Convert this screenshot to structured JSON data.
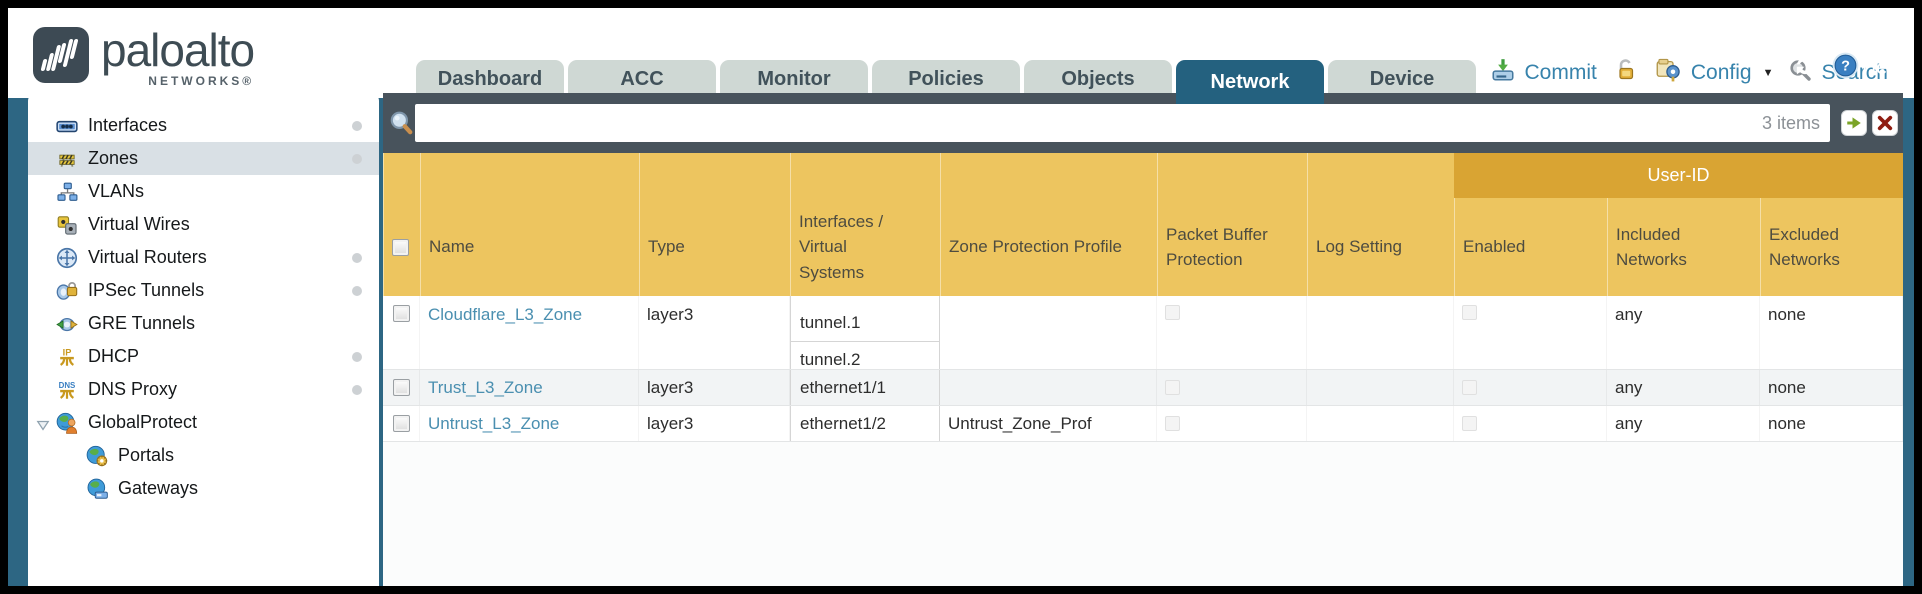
{
  "brand": {
    "title": "paloalto",
    "subtitle": "NETWORKS®"
  },
  "nav_tabs": [
    {
      "label": "Dashboard",
      "active": false
    },
    {
      "label": "ACC",
      "active": false
    },
    {
      "label": "Monitor",
      "active": false
    },
    {
      "label": "Policies",
      "active": false
    },
    {
      "label": "Objects",
      "active": false
    },
    {
      "label": "Network",
      "active": true
    },
    {
      "label": "Device",
      "active": false
    }
  ],
  "header_actions": {
    "commit_label": "Commit",
    "config_label": "Config",
    "search_label": "Search"
  },
  "band_actions": {
    "help_label": "Help"
  },
  "sidebar_items": [
    {
      "label": "Interfaces",
      "icon": "interfaces-icon",
      "dot": true
    },
    {
      "label": "Zones",
      "icon": "zones-icon",
      "dot": true,
      "selected": true
    },
    {
      "label": "VLANs",
      "icon": "vlans-icon"
    },
    {
      "label": "Virtual Wires",
      "icon": "virtual-wires-icon"
    },
    {
      "label": "Virtual Routers",
      "icon": "virtual-routers-icon",
      "dot": true
    },
    {
      "label": "IPSec Tunnels",
      "icon": "ipsec-tunnels-icon",
      "dot": true
    },
    {
      "label": "GRE Tunnels",
      "icon": "gre-tunnels-icon"
    },
    {
      "label": "DHCP",
      "icon": "dhcp-icon",
      "dot": true
    },
    {
      "label": "DNS Proxy",
      "icon": "dns-proxy-icon",
      "dot": true
    },
    {
      "label": "GlobalProtect",
      "icon": "globalprotect-icon",
      "expander": true
    },
    {
      "label": "Portals",
      "icon": "portals-icon",
      "sub": true
    },
    {
      "label": "Gateways",
      "icon": "gateways-icon",
      "sub": true
    }
  ],
  "filter_bar": {
    "value": "",
    "placeholder": "",
    "items_count": "3 items"
  },
  "table": {
    "group_header": "User-ID",
    "columns": [
      "Name",
      "Type",
      "Interfaces / Virtual Systems",
      "Zone Protection Profile",
      "Packet Buffer Protection",
      "Log Setting",
      "Enabled",
      "Included Networks",
      "Excluded Networks"
    ],
    "rows": [
      {
        "name": "Cloudflare_L3_Zone",
        "type": "layer3",
        "interfaces": [
          "tunnel.1",
          "tunnel.2"
        ],
        "zone_protection_profile": "",
        "packet_buffer_protection_checked": false,
        "log_setting": "",
        "enabled_checked": false,
        "included_networks": "any",
        "excluded_networks": "none"
      },
      {
        "name": "Trust_L3_Zone",
        "type": "layer3",
        "interfaces": [
          "ethernet1/1"
        ],
        "zone_protection_profile": "",
        "packet_buffer_protection_checked": false,
        "log_setting": "",
        "enabled_checked": false,
        "included_networks": "any",
        "excluded_networks": "none"
      },
      {
        "name": "Untrust_L3_Zone",
        "type": "layer3",
        "interfaces": [
          "ethernet1/2"
        ],
        "zone_protection_profile": "Untrust_Zone_Prof",
        "packet_buffer_protection_checked": false,
        "log_setting": "",
        "enabled_checked": false,
        "included_networks": "any",
        "excluded_networks": "none"
      }
    ]
  },
  "colors": {
    "band_teal": "#2d6683",
    "active_tab": "#24617f",
    "header_gold": "#edc55f",
    "group_gold": "#d9a433",
    "toolbar_slate": "#48535c",
    "link_blue": "#4a8fb0"
  }
}
